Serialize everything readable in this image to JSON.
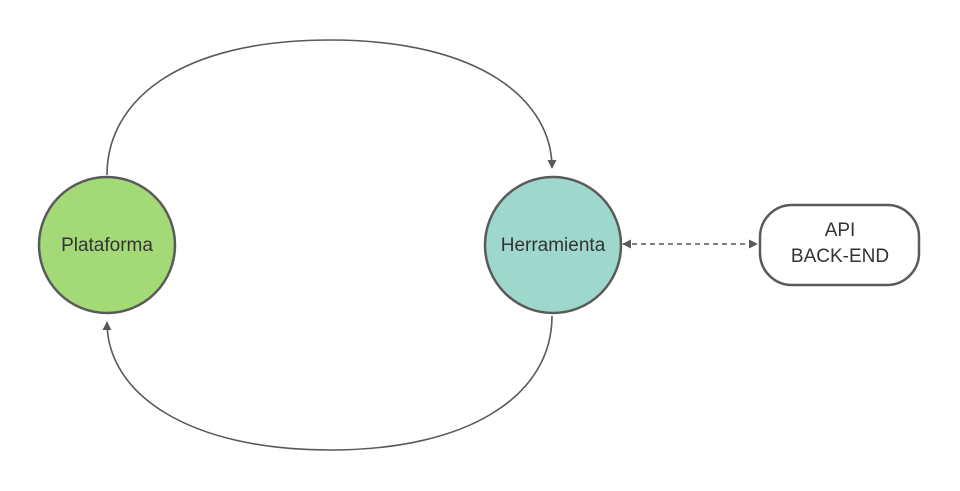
{
  "diagram": {
    "nodes": {
      "plataforma": {
        "label": "Plataforma",
        "fill": "#a4d977",
        "stroke": "#5a5a5a"
      },
      "herramienta": {
        "label": "Herramienta",
        "fill": "#9ed8cc",
        "stroke": "#5a5a5a"
      },
      "api": {
        "line1": "API",
        "line2": "BACK-END",
        "fill": "#ffffff",
        "stroke": "#5a5a5a"
      }
    },
    "edges": [
      {
        "from": "Plataforma",
        "to": "Herramienta",
        "style": "solid"
      },
      {
        "from": "Herramienta",
        "to": "Plataforma",
        "style": "solid"
      },
      {
        "from": "Herramienta",
        "to": "API BACK-END",
        "style": "dashed",
        "bidirectional": true
      }
    ],
    "edge_color": "#595959"
  }
}
